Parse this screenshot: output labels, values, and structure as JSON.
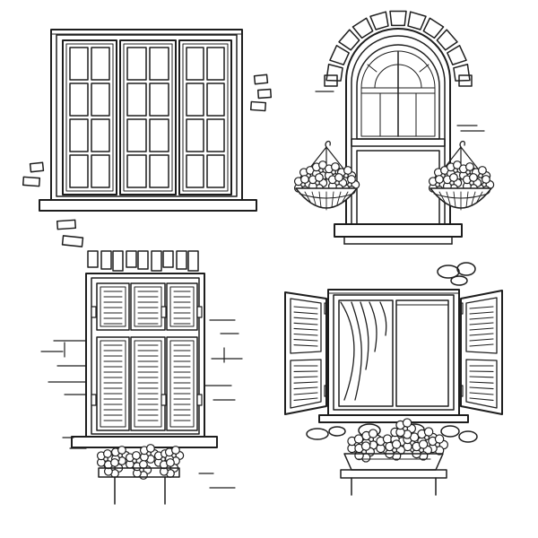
{
  "colors": {
    "line": "#1e1e1e",
    "background": "#ffffff"
  },
  "scene": {
    "panel_count": 4,
    "panels": [
      {
        "kind": "triple-casement-window",
        "icon": "triple-window-icon"
      },
      {
        "kind": "arched-window-with-hanging-baskets",
        "icon": "arched-window-icon"
      },
      {
        "kind": "shuttered-window-with-flower-box",
        "icon": "shuttered-window-icon"
      },
      {
        "kind": "open-shutter-window-with-planter",
        "icon": "open-window-icon"
      }
    ]
  }
}
